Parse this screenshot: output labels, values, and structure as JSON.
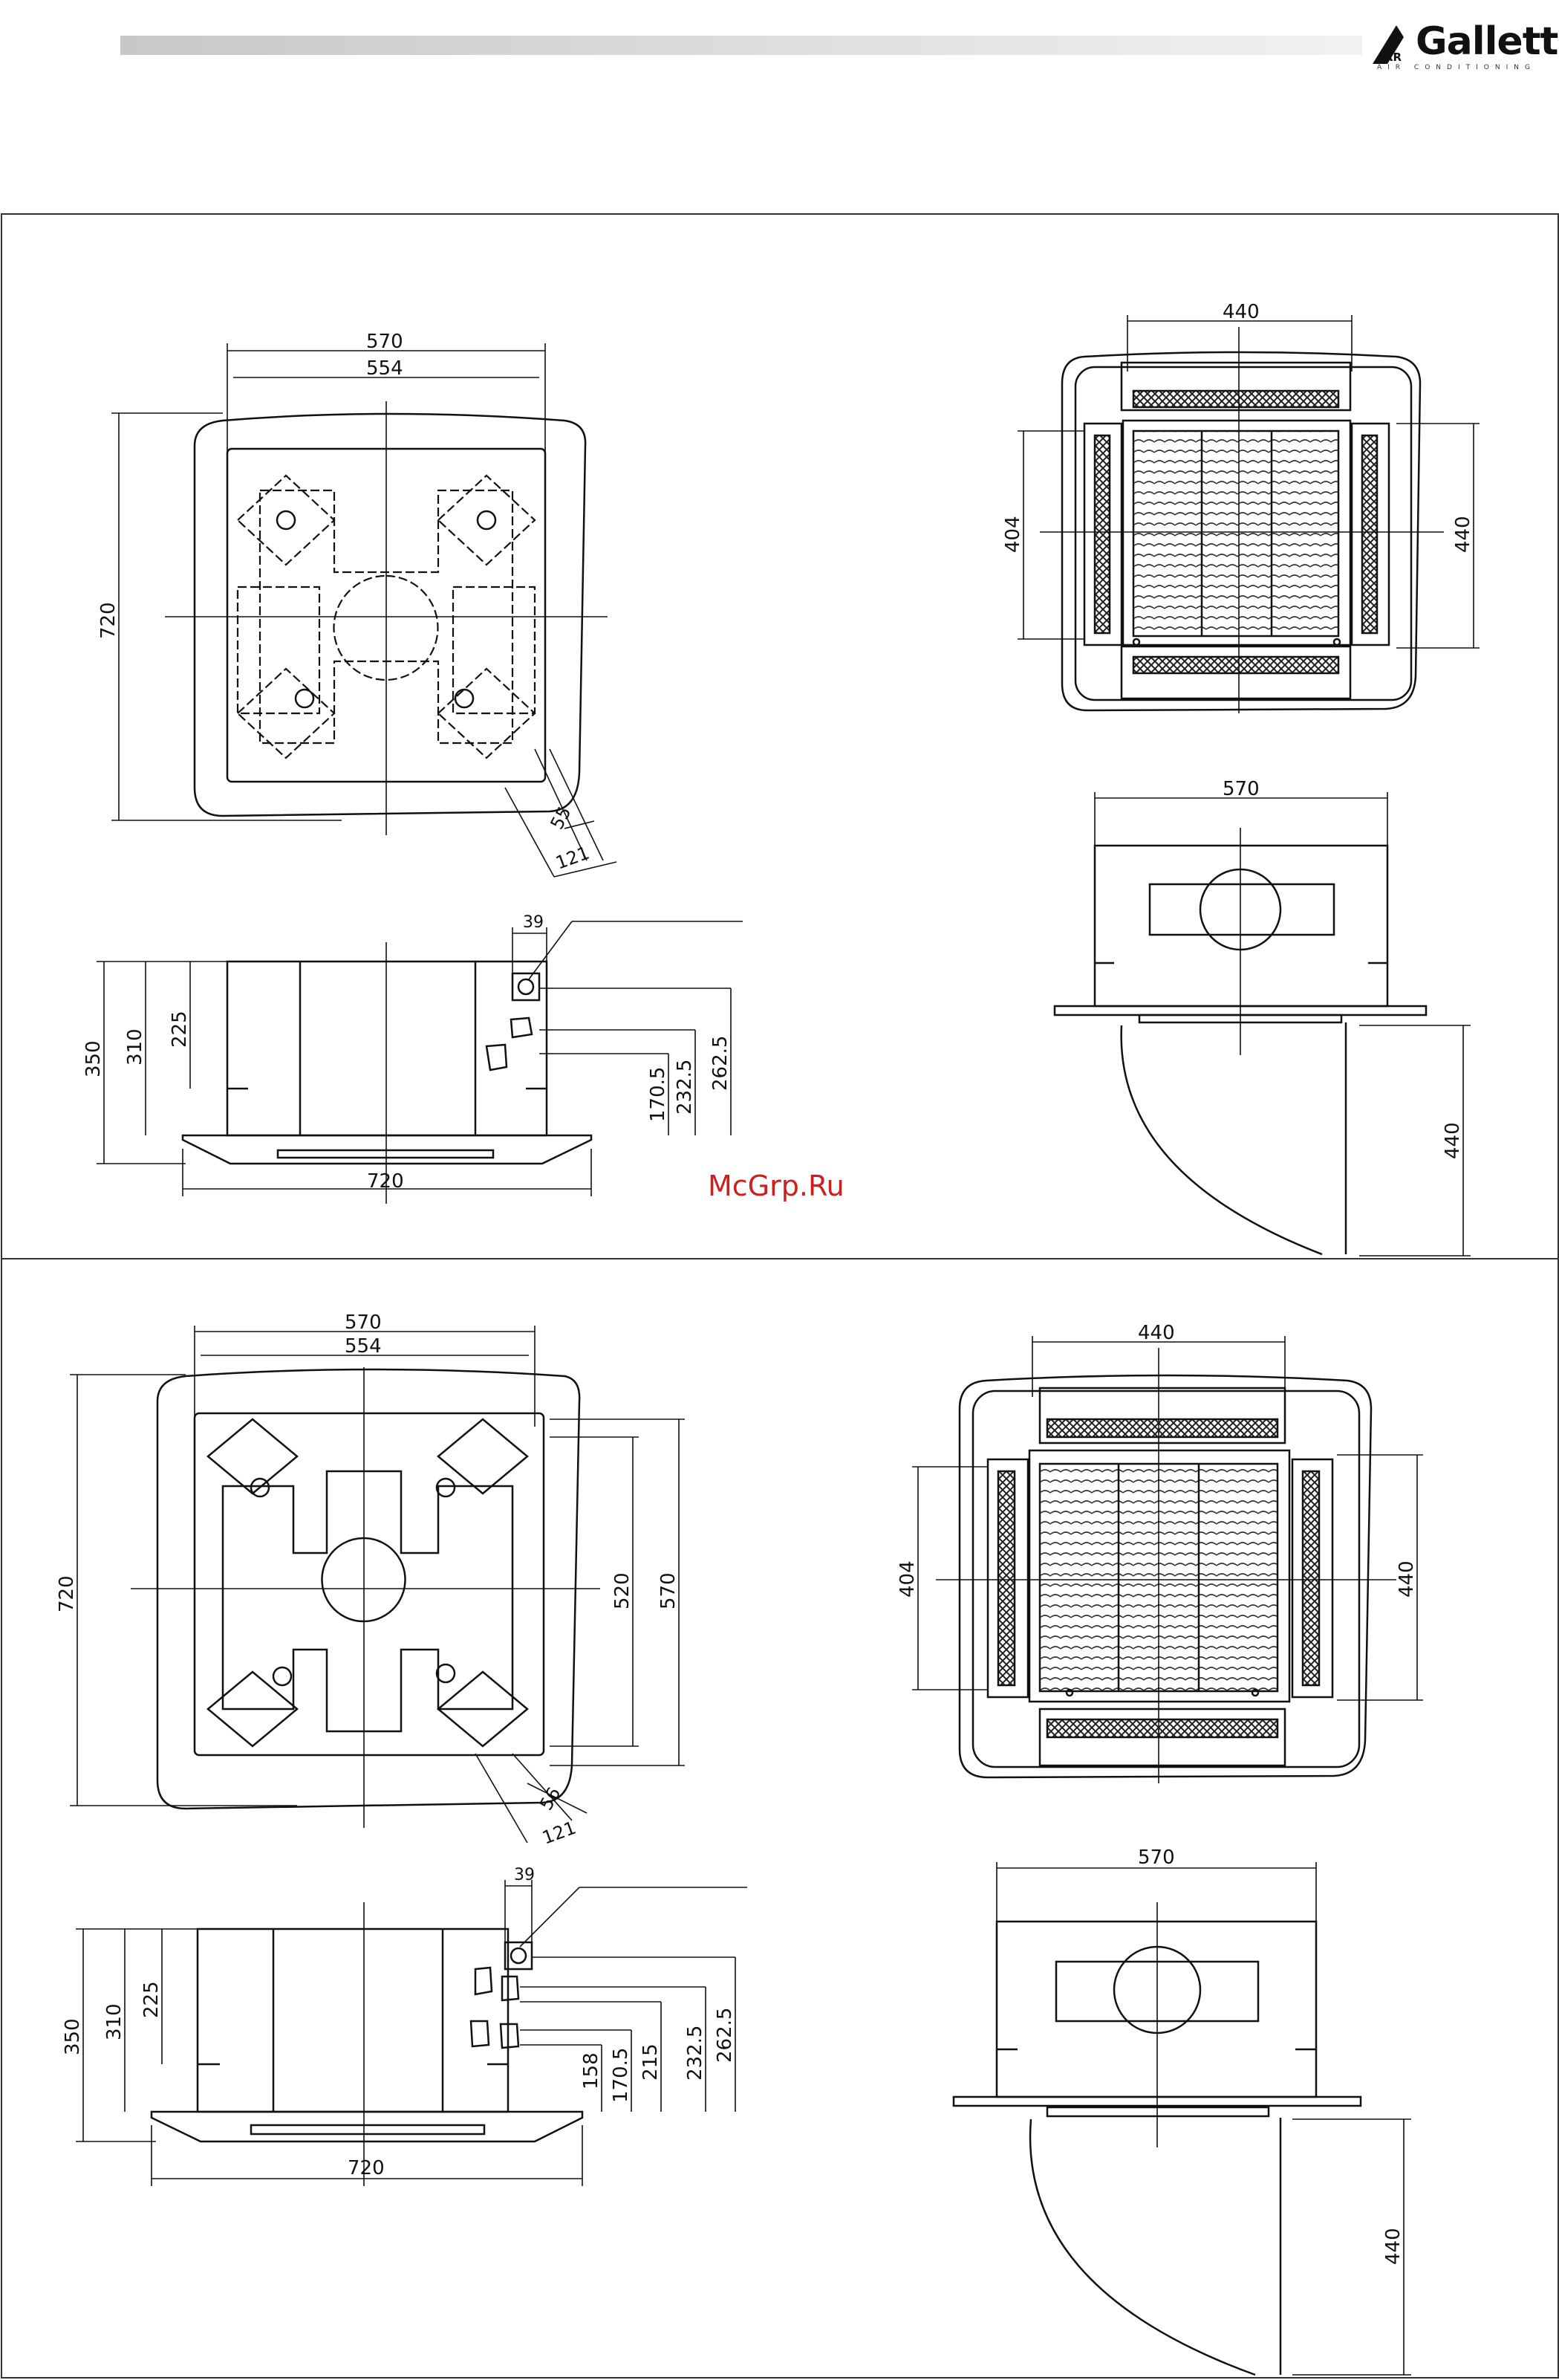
{
  "brand": {
    "logo_text": "Galletti",
    "logo_sub": "AIR CONDITIONING",
    "logo_mark": "RR"
  },
  "watermark": "McGrp.Ru",
  "section_top": {
    "top_view": {
      "width_outer": "570",
      "width_inner": "554",
      "height": "720",
      "pipe_a": "55",
      "pipe_b": "121"
    },
    "side_view": {
      "h_350": "350",
      "h_310": "310",
      "h_225": "225",
      "pipe_offset": "39",
      "d_262": "262.5",
      "d_232": "232.5",
      "d_170": "170.5",
      "width": "720"
    },
    "grille_view": {
      "width": "440",
      "left": "404",
      "right": "440"
    },
    "end_view": {
      "width": "570",
      "height": "440"
    }
  },
  "section_bottom": {
    "top_view": {
      "width_outer": "570",
      "width_inner": "554",
      "height": "720",
      "right_520": "520",
      "right_570": "570",
      "pipe_a": "56",
      "pipe_b": "121"
    },
    "side_view": {
      "h_350": "350",
      "h_310": "310",
      "h_225": "225",
      "pipe_offset": "39",
      "d_262": "262.5",
      "d_232": "232.5",
      "d_215": "215",
      "d_170": "170.5",
      "d_158": "158",
      "width": "720"
    },
    "grille_view": {
      "width": "440",
      "left": "404",
      "right": "440"
    },
    "end_view": {
      "width": "570",
      "height": "440"
    }
  }
}
